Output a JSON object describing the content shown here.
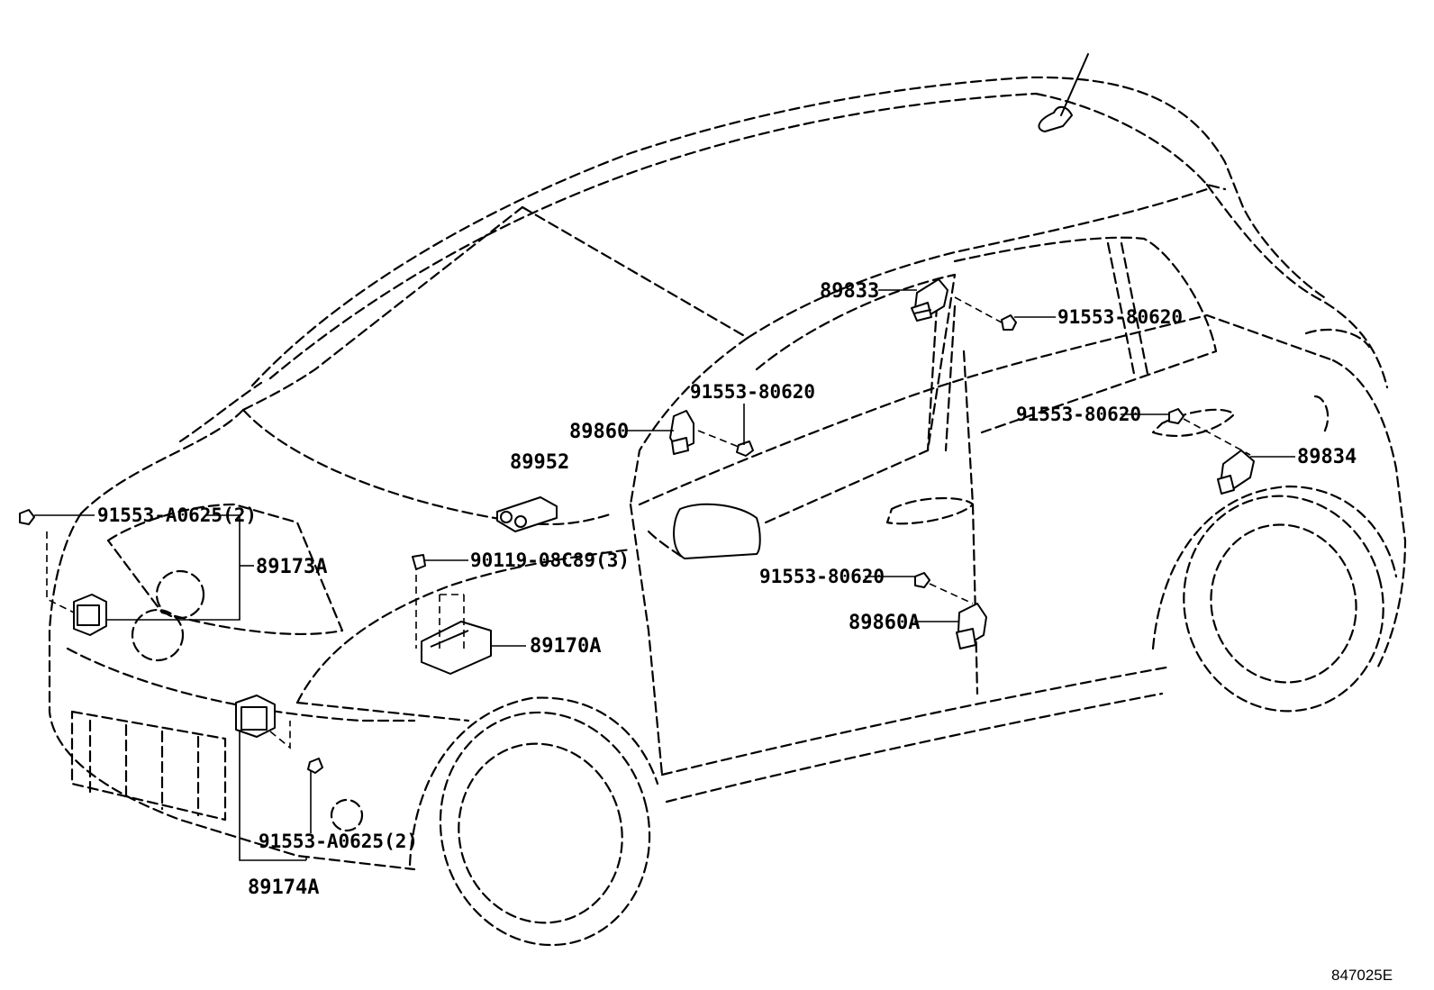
{
  "diagram_code": "847025E",
  "parts": {
    "p89833": "89833",
    "p91553_80620_a": "91553-80620",
    "p91553_80620_b": "91553-80620",
    "p91553_80620_c": "91553-80620",
    "p91553_80620_d": "91553-80620",
    "p89860": "89860",
    "p89952": "89952",
    "p89834": "89834",
    "p91553_A0625_top": "91553-A0625(2)",
    "p89173A": "89173A",
    "p90119": "90119-08C89(3)",
    "p89170A": "89170A",
    "p89860A": "89860A",
    "p91553_A0625_bottom": "91553-A0625(2)",
    "p89174A": "89174A"
  },
  "icons": [
    "bolt-icon",
    "sensor-icon",
    "airbag-module-icon",
    "bracket-icon"
  ]
}
